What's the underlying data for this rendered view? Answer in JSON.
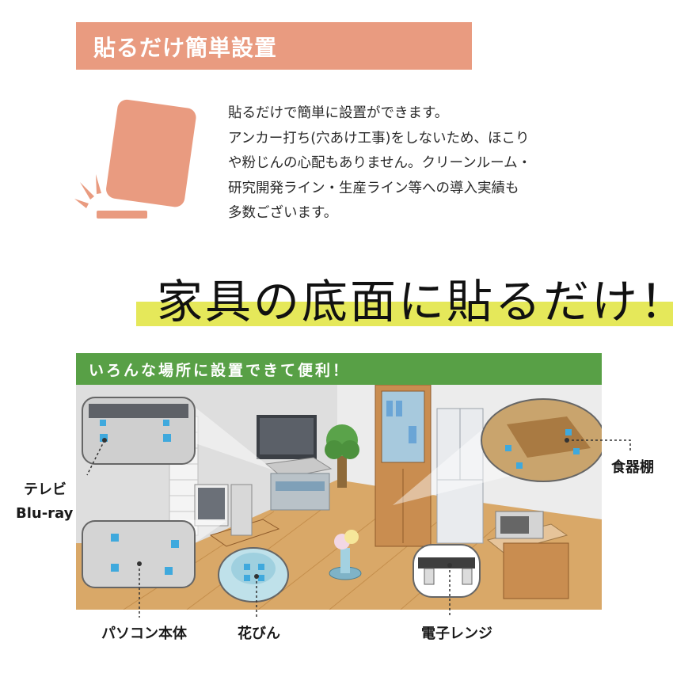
{
  "section_title": "貼るだけ簡単設置",
  "description_lines": [
    "貼るだけで簡単に設置ができます。",
    "アンカー打ち(穴あけ工事)をしないため、ほこり",
    "や粉じんの心配もありません。クリーンルーム・",
    "研究開発ライン・生産ライン等への導入実績も",
    "多数ございます。"
  ],
  "headline": "家具の底面に貼るだけ！",
  "locations_banner": "いろんな場所に設置できて便利！",
  "callout_labels": {
    "tv": "テレビ",
    "bluray": "Blu-ray",
    "pc": "パソコン本体",
    "vase": "花びん",
    "microwave": "電子レンジ",
    "cupboard": "食器棚"
  },
  "colors": {
    "salmon": "#e99b80",
    "highlight_yellow": "#e5e85a",
    "banner_green": "#58a046",
    "pad_blue": "#3fa9dd",
    "floor_wood": "#d9a868",
    "wall_gray": "#e4e4e4"
  },
  "icons": [
    "adhesive-pad-icon"
  ]
}
